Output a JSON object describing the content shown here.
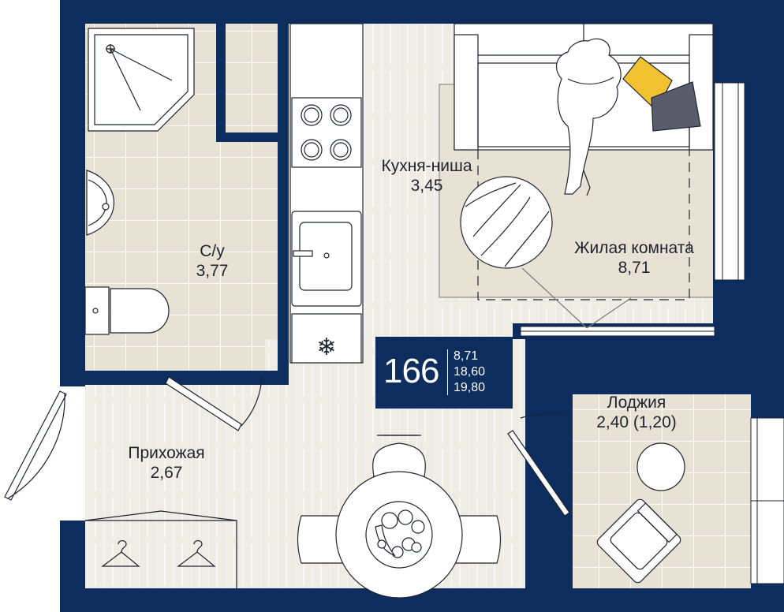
{
  "rooms": {
    "bathroom": {
      "name": "С/у",
      "area": "3,77"
    },
    "kitchen": {
      "name": "Кухня-ниша",
      "area": "3,45"
    },
    "living": {
      "name": "Жилая комната",
      "area": "8,71"
    },
    "hallway": {
      "name": "Прихожая",
      "area": "2,67"
    },
    "loggia": {
      "name": "Лоджия",
      "area": "2,40 (1,20)"
    }
  },
  "apartment": {
    "number": "166",
    "living_area": "8,71",
    "total_area_no_loggia": "18,60",
    "total_area": "19,80"
  },
  "colors": {
    "wall": "#0d2d5e",
    "floor_tile": "#e7e2d4",
    "floor_wood": "#efece3",
    "accent_yellow": "#f1c230",
    "accent_gray": "#5a5b6b"
  }
}
